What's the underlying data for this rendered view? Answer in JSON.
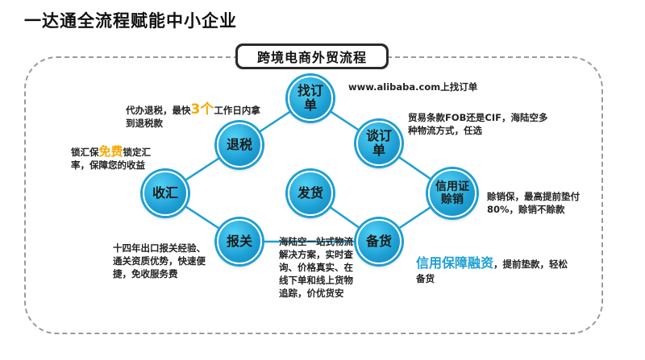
{
  "page_title": "一达通全流程赋能中小企业",
  "banner": "跨境电商外贸流程",
  "nodes": {
    "find_order": "找订单",
    "negotiate": "谈订单",
    "credit_insurance": "信用证赊销",
    "prepare_goods": "备货",
    "ship": "发货",
    "customs": "报关",
    "settlement": "收汇",
    "tax_refund": "退税"
  },
  "notes": {
    "find_order": "www.alibaba.com上找订单",
    "negotiate": "贸易条款FOB还是CIF，海陆空多种物流方式，任选",
    "credit_insurance": "赊销保，最高提前垫付80%，赊销不赊款",
    "prepare_goods_highlight": "信用保障融资",
    "prepare_goods_rest": "，提前垫款，轻松备货",
    "ship": "海陆空一站式物流解决方案，实时查询、价格真实、在线下单和线上货物追踪，价优货安",
    "customs": "十四年出口报关经验、通关资质优势，快速便捷，免收服务费",
    "settlement_pre": "锁汇保",
    "settlement_highlight": "免费",
    "settlement_post": "锁定汇率，保障您的收益",
    "tax_refund_pre": "代办退税，最快",
    "tax_refund_highlight": "3个",
    "tax_refund_post": "工作日内拿到退税款"
  },
  "colors": {
    "node_fill": "#1d9fd4",
    "highlight_orange": "#f5a800",
    "highlight_blue": "#1d9fd4",
    "connector": "#1d9fd4"
  }
}
